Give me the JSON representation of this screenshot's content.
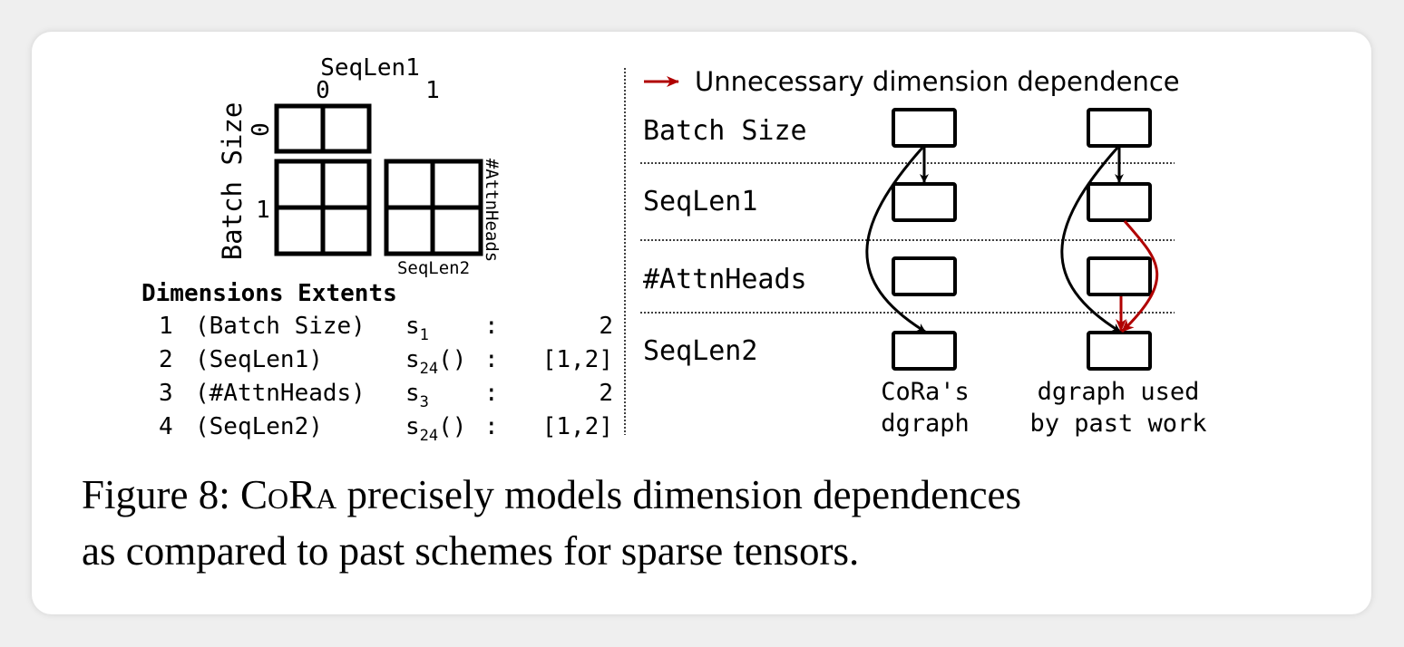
{
  "grid": {
    "x_title": "SeqLen1",
    "x_ticks": [
      "0",
      "1"
    ],
    "y_title": "Batch Size",
    "y_ticks": [
      "0",
      "1"
    ],
    "side_title": "#AttnHeads",
    "bottom_title": "SeqLen2"
  },
  "table": {
    "header": "Dimensions Extents",
    "rows": [
      {
        "num": "1",
        "name": "(Batch Size)",
        "fn": "s",
        "sub": "1",
        "args": "",
        "extent": "2"
      },
      {
        "num": "2",
        "name": "(SeqLen1)",
        "fn": "s",
        "sub": "24",
        "args": "()",
        "extent": "[1,2]"
      },
      {
        "num": "3",
        "name": "(#AttnHeads)",
        "fn": "s",
        "sub": "3",
        "args": "",
        "extent": "2"
      },
      {
        "num": "4",
        "name": "(SeqLen2)",
        "fn": "s",
        "sub": "24",
        "args": "()",
        "extent": "[1,2]"
      }
    ]
  },
  "legend": {
    "label": "Unnecessary dimension dependence",
    "color": "#b00000"
  },
  "dgraph": {
    "row_labels": [
      "Batch Size",
      "SeqLen1",
      "#AttnHeads",
      "SeqLen2"
    ],
    "col1_caption": [
      "CoRa's",
      "dgraph"
    ],
    "col2_caption": [
      "dgraph used",
      "by past work"
    ]
  },
  "caption": {
    "prefix": "Figure 8: ",
    "name": "CoRa",
    "line1_rest": " precisely models dimension dependences",
    "line2": "as compared to past schemes for sparse tensors."
  }
}
